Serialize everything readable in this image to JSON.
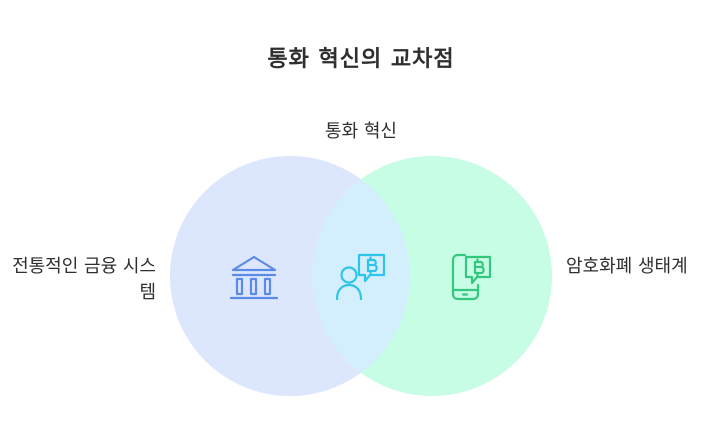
{
  "title": "통화 혁신의 교차점",
  "labels": {
    "intersection": "통화 혁신",
    "left": "전통적인 금융 시스템",
    "right": "암호화폐 생태계"
  },
  "colors": {
    "left_circle": "#dce7fd",
    "right_circle": "#c6fde4",
    "overlap": "#d3effd",
    "left_icon": "#5b8be6",
    "overlap_icon": "#2ec4ea",
    "right_icon": "#34c77e",
    "text": "#2f2f2f"
  },
  "icons": {
    "left": "bank-icon",
    "center": "bitcoin-user-icon",
    "right": "bitcoin-phone-icon"
  }
}
